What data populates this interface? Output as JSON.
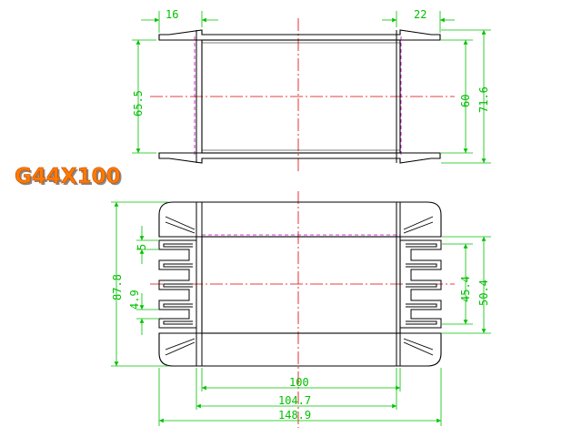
{
  "title": "G44X100",
  "colors": {
    "outline": "#000000",
    "dimension": "#00c000",
    "centerline": "#e00000",
    "hidden": "#cc00cc",
    "title_fill": "#ff7a00",
    "title_shadow": "#8a8a8a"
  },
  "top_view": {
    "dim_top_left": "16",
    "dim_top_right": "22",
    "dim_left_height": "65.5",
    "dim_right_inner": "60",
    "dim_right_outer": "71.6"
  },
  "bottom_view": {
    "dim_left_outer": "87.8",
    "dim_left_pitch": "5",
    "dim_left_slot": "4.9",
    "dim_right_inner": "45.4",
    "dim_right_outer": "50.4",
    "dim_width_inner": "100",
    "dim_width_mid": "104.7",
    "dim_width_outer": "148.9"
  }
}
